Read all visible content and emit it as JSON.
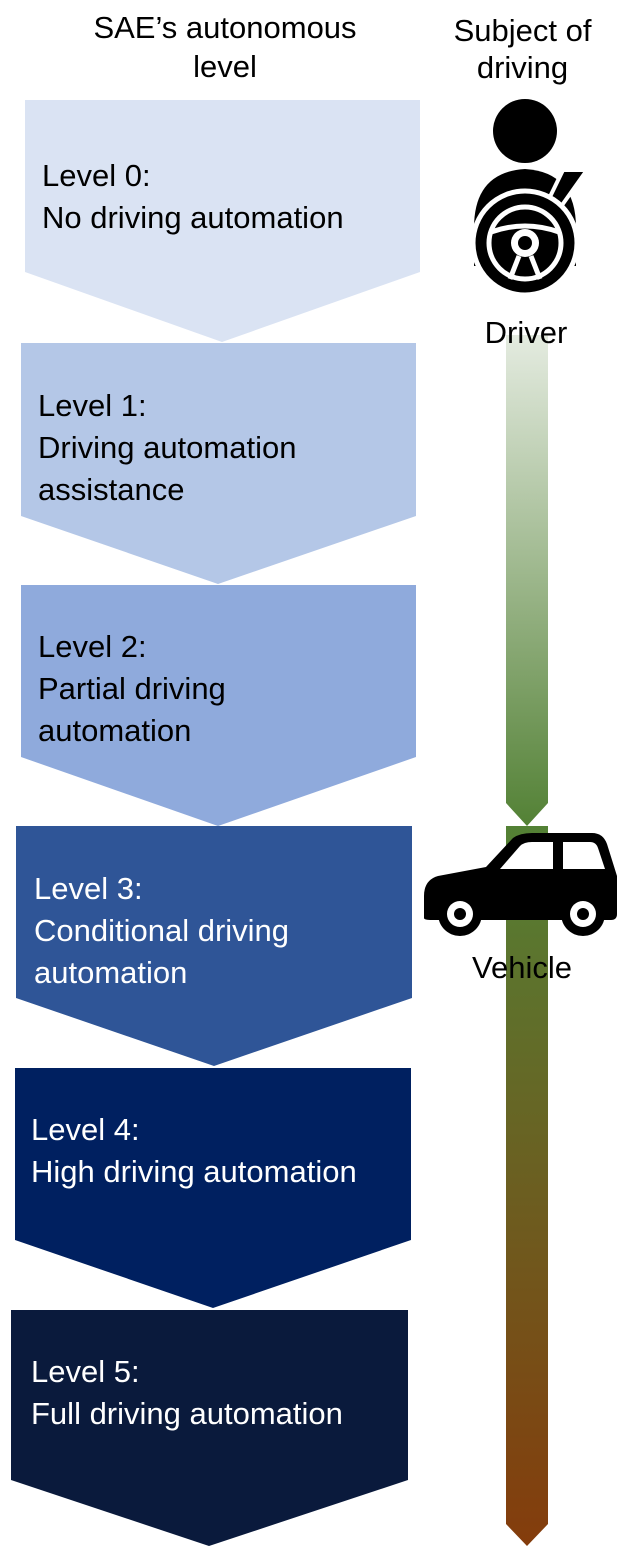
{
  "header": {
    "levels_title": [
      "SAE’s autonomous",
      "level"
    ],
    "subject_title": [
      "Subject of",
      "driving"
    ]
  },
  "levels": [
    {
      "lines": [
        "Level 0:",
        "No driving automation"
      ],
      "color": "#dae3f3",
      "text_color": "#000000"
    },
    {
      "lines": [
        "Level 1:",
        "Driving automation",
        "assistance"
      ],
      "color": "#b4c7e7",
      "text_color": "#000000"
    },
    {
      "lines": [
        "Level 2:",
        "Partial driving",
        "automation"
      ],
      "color": "#8faadc",
      "text_color": "#000000"
    },
    {
      "lines": [
        "Level 3:",
        "Conditional driving",
        "automation"
      ],
      "color": "#2f5597",
      "text_color": "#ffffff"
    },
    {
      "lines": [
        "Level 4:",
        "High driving automation"
      ],
      "color": "#002060",
      "text_color": "#ffffff"
    },
    {
      "lines": [
        "Level 5:",
        "Full driving automation"
      ],
      "color": "#0a1a3c",
      "text_color": "#ffffff"
    }
  ],
  "subjects": {
    "driver": {
      "label": "Driver",
      "icon": "driver-icon"
    },
    "vehicle": {
      "label": "Vehicle",
      "icon": "car-icon"
    }
  },
  "colors": {
    "bar_top": "#e4ebe0",
    "bar_mid": "#538135",
    "bar_bottom": "#843c0c"
  }
}
